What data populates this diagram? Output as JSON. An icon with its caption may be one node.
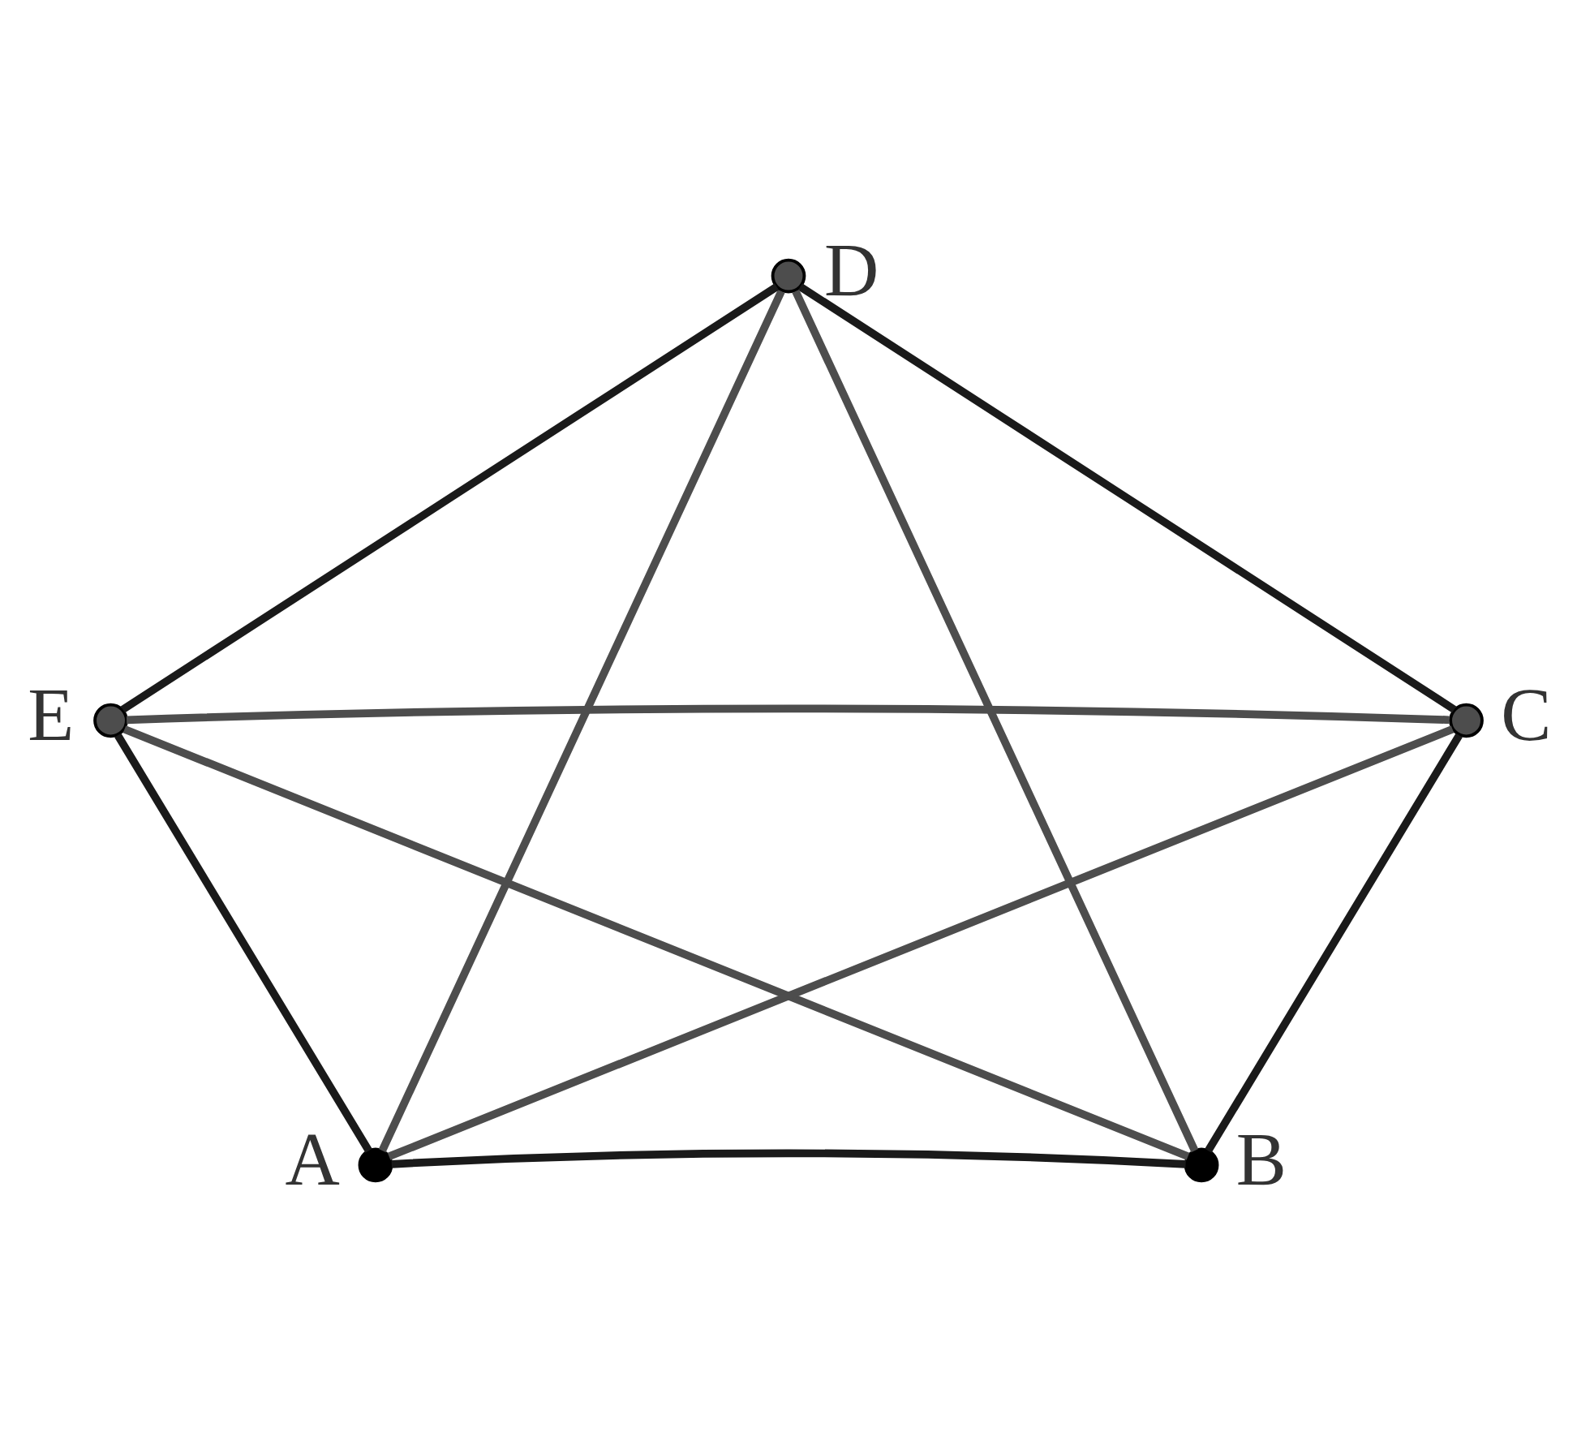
{
  "diagram": {
    "nodes": [
      {
        "text": [],
        "shape": "circle",
        "beside": [
          "D"
        ]
      },
      {
        "text": [],
        "shape": "circle",
        "beside": [
          "E"
        ]
      },
      {
        "text": [],
        "shape": "circle",
        "beside": [
          "C"
        ]
      },
      {
        "text": [],
        "shape": "circle",
        "beside": [
          "A"
        ]
      },
      {
        "text": [],
        "shape": "circle",
        "beside": [
          "B"
        ]
      }
    ],
    "edges": [
      {
        "from": 0,
        "to": 2,
        "arrow": "none"
      },
      {
        "from": 2,
        "to": 4,
        "arrow": "none"
      },
      {
        "from": 4,
        "to": 3,
        "arrow": "none"
      },
      {
        "from": 3,
        "to": 1,
        "arrow": "none"
      },
      {
        "from": 1,
        "to": 0,
        "arrow": "none"
      },
      {
        "from": 0,
        "to": 3,
        "arrow": "none",
        "color": "#4d4d4d"
      },
      {
        "from": 0,
        "to": 4,
        "arrow": "none",
        "color": "#4d4d4d"
      },
      {
        "from": 1,
        "to": 2,
        "arrow": "none",
        "color": "#4d4d4d"
      },
      {
        "from": 1,
        "to": 4,
        "arrow": "none",
        "color": "#4d4d4d"
      },
      {
        "from": 2,
        "to": 3,
        "arrow": "none",
        "color": "#4d4d4d"
      }
    ]
  }
}
